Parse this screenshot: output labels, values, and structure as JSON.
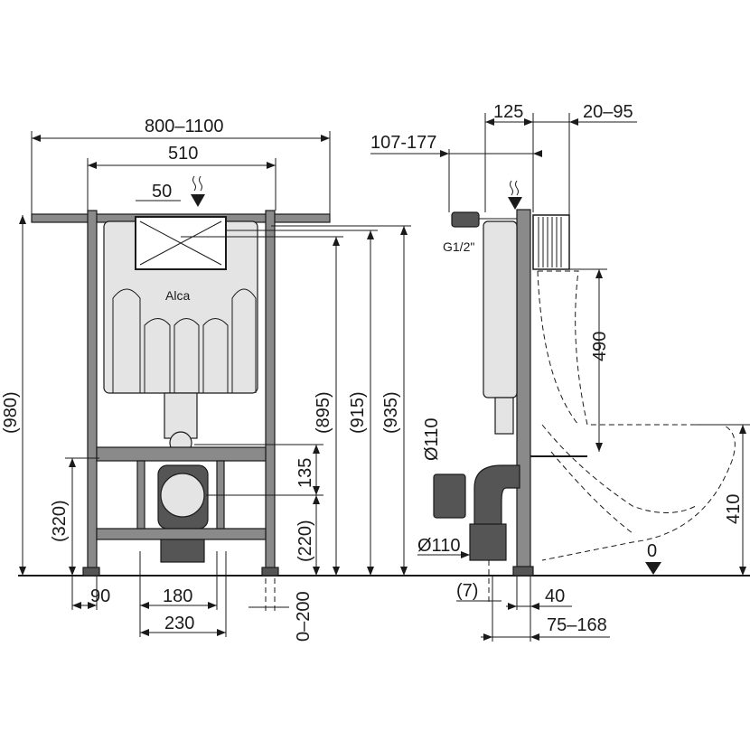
{
  "front_view": {
    "dims": {
      "total_width": "800–1100",
      "frame_width": "510",
      "plate_offset": "50",
      "height_980": "(980)",
      "height_895": "(895)",
      "height_915": "(915)",
      "height_935": "(935)",
      "d_135": "135",
      "d_220": "(220)",
      "d_320": "(320)",
      "d_90": "90",
      "d_180": "180",
      "d_230": "230",
      "d_0_200": "0–200"
    },
    "logo": "Alca"
  },
  "side_view": {
    "dims": {
      "d_125": "125",
      "d_20_95": "20–95",
      "d_107_177": "107-177",
      "inlet": "G1/2\"",
      "d_490": "490",
      "pipe_dia_upper": "Ø110",
      "pipe_dia_lower": "Ø110",
      "d_410": "410",
      "floor_zero": "0",
      "d_7": "(7)",
      "d_40": "40",
      "d_75_168": "75–168"
    }
  },
  "colors": {
    "line": "#1a1a1a",
    "frame": "#8a8a8a",
    "tank": "#e4e4e4"
  }
}
